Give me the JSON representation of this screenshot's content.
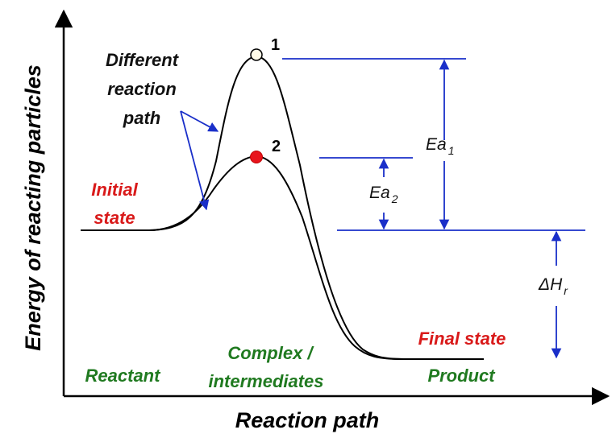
{
  "axes": {
    "y_title": "Energy of reacting particles",
    "x_title": "Reaction path"
  },
  "paths": {
    "path1_label": "1",
    "path2_label": "2",
    "annotation_lines": [
      "Different",
      "reaction",
      "path"
    ]
  },
  "states": {
    "initial_line1": "Initial",
    "initial_line2": "state",
    "final": "Final state",
    "reactant": "Reactant",
    "complex_line1": "Complex /",
    "complex_line2": "intermediates",
    "product": "Product"
  },
  "energies": {
    "ea1_main": "Ea",
    "ea1_sub": "1",
    "ea2_main": "Ea",
    "ea2_sub": "2",
    "dh_main": "ΔH",
    "dh_sub": "r"
  },
  "colors": {
    "axis": "#000000",
    "curve": "#000000",
    "guide_blue": "#1a2fc9",
    "red": "#d91a1a",
    "green": "#207a20",
    "peak1_fill": "#fffbe8",
    "peak2_fill": "#e8141c"
  }
}
